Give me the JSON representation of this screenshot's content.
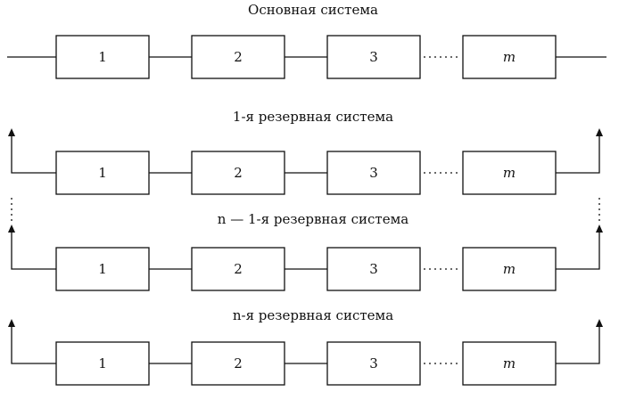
{
  "diagram": {
    "rows": [
      {
        "title": "Основная система",
        "blocks": [
          "1",
          "2",
          "3",
          "m"
        ],
        "gap_marker": "……",
        "feedback_arrows": false
      },
      {
        "title": "1-я резервная система",
        "blocks": [
          "1",
          "2",
          "3",
          "m"
        ],
        "gap_marker": "……",
        "feedback_arrows": true
      },
      {
        "title": "n — 1-я резервная система",
        "blocks": [
          "1",
          "2",
          "3",
          "m"
        ],
        "gap_marker": "……",
        "feedback_arrows": true
      },
      {
        "title": "n-я резервная система",
        "blocks": [
          "1",
          "2",
          "3",
          "m"
        ],
        "gap_marker": "……",
        "feedback_arrows": true
      }
    ],
    "ellipsis_between_rows": "⋮"
  }
}
